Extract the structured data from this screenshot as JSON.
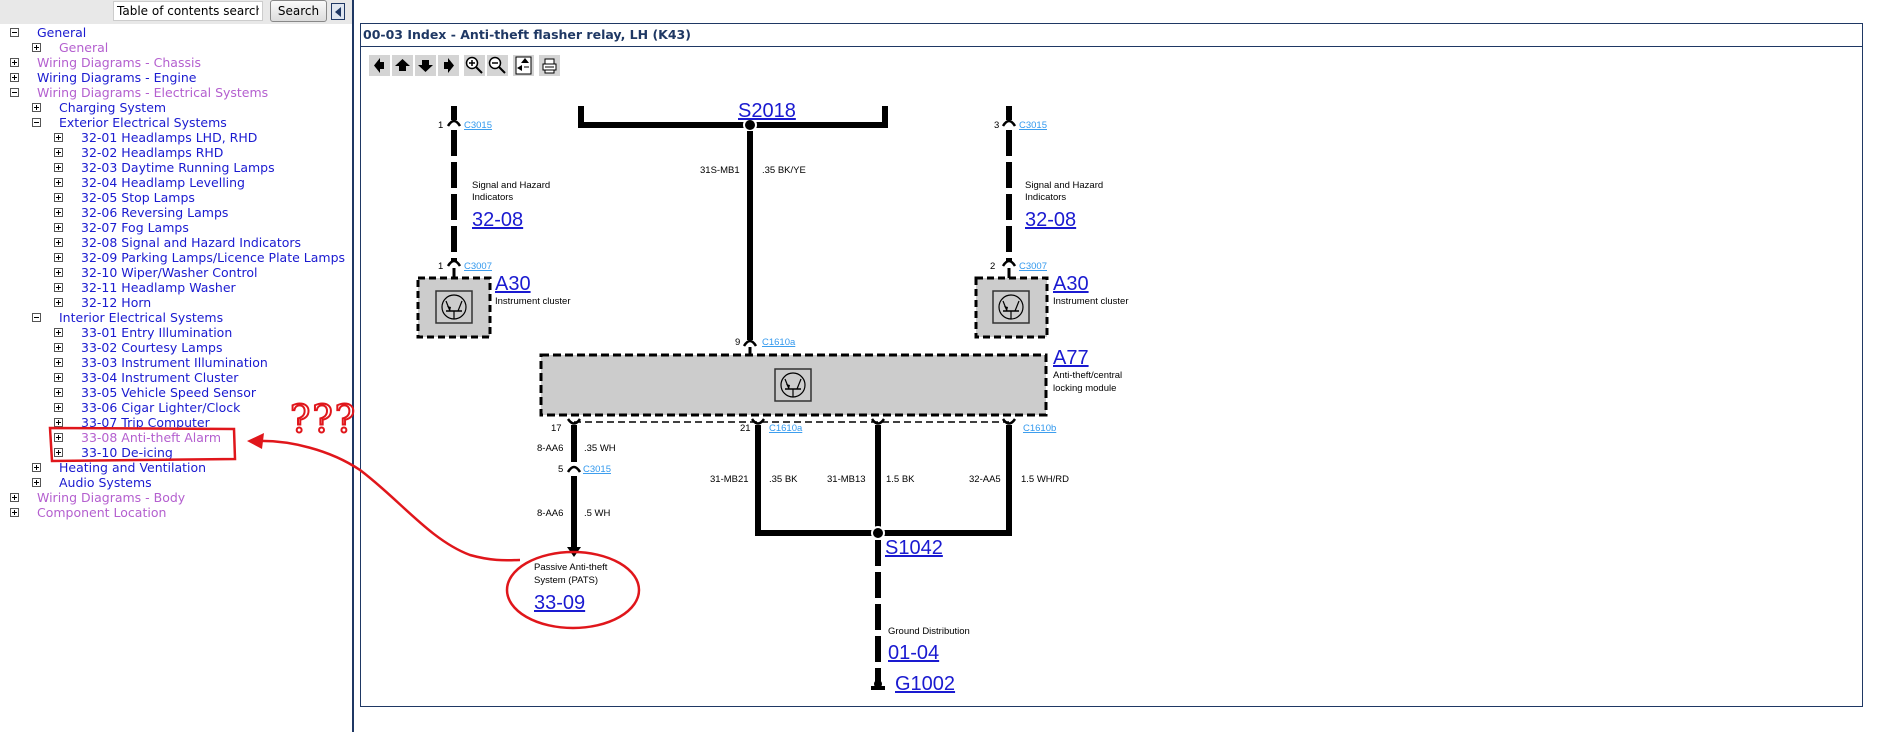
{
  "search": {
    "placeholder": "Table of contents search",
    "button_label": "Search"
  },
  "tree": [
    {
      "level": 0,
      "expanded": true,
      "label": "General",
      "visited": false
    },
    {
      "level": 1,
      "expanded": false,
      "label": "General",
      "visited": true
    },
    {
      "level": 0,
      "expanded": false,
      "label": "Wiring Diagrams - Chassis",
      "visited": true
    },
    {
      "level": 0,
      "expanded": false,
      "label": "Wiring Diagrams - Engine",
      "visited": false
    },
    {
      "level": 0,
      "expanded": true,
      "label": "Wiring Diagrams - Electrical Systems",
      "visited": true
    },
    {
      "level": 1,
      "expanded": false,
      "label": "Charging System",
      "visited": false
    },
    {
      "level": 1,
      "expanded": true,
      "label": "Exterior Electrical Systems",
      "visited": false
    },
    {
      "level": 2,
      "expanded": false,
      "label": "32-01 Headlamps LHD, RHD",
      "visited": false
    },
    {
      "level": 2,
      "expanded": false,
      "label": "32-02 Headlamps RHD",
      "visited": false
    },
    {
      "level": 2,
      "expanded": false,
      "label": "32-03 Daytime Running Lamps",
      "visited": false
    },
    {
      "level": 2,
      "expanded": false,
      "label": "32-04 Headlamp Levelling",
      "visited": false
    },
    {
      "level": 2,
      "expanded": false,
      "label": "32-05 Stop Lamps",
      "visited": false
    },
    {
      "level": 2,
      "expanded": false,
      "label": "32-06 Reversing Lamps",
      "visited": false
    },
    {
      "level": 2,
      "expanded": false,
      "label": "32-07 Fog Lamps",
      "visited": false
    },
    {
      "level": 2,
      "expanded": false,
      "label": "32-08 Signal and Hazard Indicators",
      "visited": false
    },
    {
      "level": 2,
      "expanded": false,
      "label": "32-09 Parking Lamps/Licence Plate Lamps",
      "visited": false
    },
    {
      "level": 2,
      "expanded": false,
      "label": "32-10 Wiper/Washer Control",
      "visited": false
    },
    {
      "level": 2,
      "expanded": false,
      "label": "32-11 Headlamp Washer",
      "visited": false
    },
    {
      "level": 2,
      "expanded": false,
      "label": "32-12 Horn",
      "visited": false
    },
    {
      "level": 1,
      "expanded": true,
      "label": "Interior Electrical Systems",
      "visited": false
    },
    {
      "level": 2,
      "expanded": false,
      "label": "33-01 Entry Illumination",
      "visited": false
    },
    {
      "level": 2,
      "expanded": false,
      "label": "33-02 Courtesy Lamps",
      "visited": false
    },
    {
      "level": 2,
      "expanded": false,
      "label": "33-03 Instrument Illumination",
      "visited": false
    },
    {
      "level": 2,
      "expanded": false,
      "label": "33-04 Instrument Cluster",
      "visited": false
    },
    {
      "level": 2,
      "expanded": false,
      "label": "33-05 Vehicle Speed Sensor",
      "visited": false
    },
    {
      "level": 2,
      "expanded": false,
      "label": "33-06 Cigar Lighter/Clock",
      "visited": false
    },
    {
      "level": 2,
      "expanded": false,
      "label": "33-07 Trip Computer",
      "visited": false
    },
    {
      "level": 2,
      "expanded": false,
      "label": "33-08 Anti-theft Alarm",
      "visited": true
    },
    {
      "level": 2,
      "expanded": false,
      "label": "33-10 De-icing",
      "visited": false
    },
    {
      "level": 1,
      "expanded": false,
      "label": "Heating and Ventilation",
      "visited": false
    },
    {
      "level": 1,
      "expanded": false,
      "label": "Audio Systems",
      "visited": false
    },
    {
      "level": 0,
      "expanded": false,
      "label": "Wiring Diagrams - Body",
      "visited": true
    },
    {
      "level": 0,
      "expanded": false,
      "label": "Component Location",
      "visited": true
    }
  ],
  "diagram": {
    "title": "00-03 Index - Anti-theft flasher relay, LH (K43)",
    "toolbar": [
      "arrow-left",
      "arrow-up",
      "arrow-down",
      "arrow-right",
      "zoom-in",
      "zoom-out",
      "fit-page",
      "print"
    ],
    "left_feed": {
      "pin_top": "1",
      "conn_top": "C3015",
      "desc_1": "Signal and Hazard",
      "desc_2": "Indicators",
      "link": "32-08",
      "pin_bottom": "1",
      "conn_bottom": "C3007",
      "comp": "A30",
      "comp_desc": "Instrument cluster"
    },
    "right_feed": {
      "pin_top": "3",
      "conn_top": "C3015",
      "desc_1": "Signal and Hazard",
      "desc_2": "Indicators",
      "link": "32-08",
      "pin_bottom": "2",
      "conn_bottom": "C3007",
      "comp": "A30",
      "comp_desc": "Instrument cluster"
    },
    "splice_top": "S2018",
    "center_wire": {
      "circuit": "31S-MB1",
      "size": ".35 BK/YE",
      "pin": "9",
      "conn": "C1610a"
    },
    "module": {
      "id": "A77",
      "desc_1": "Anti-theft/central",
      "desc_2": "locking module"
    },
    "pats_wire": {
      "pin": "17",
      "circuit_1": "8-AA6",
      "size_1": ".35 WH",
      "pin_2": "5",
      "conn_2": "C3015",
      "circuit_2": "8-AA6",
      "size_2": ".5 WH",
      "desc_1": "Passive Anti-theft",
      "desc_2": "System (PATS)",
      "link": "33-09"
    },
    "ground_wires": {
      "pin": "21",
      "conn_a": "C1610a",
      "conn_b": "C1610b",
      "w1_circuit": "31-MB21",
      "w1_size": ".35 BK",
      "w2_circuit": "31-MB13",
      "w2_size": "1.5 BK",
      "w3_circuit": "32-AA5",
      "w3_size": "1.5 WH/RD"
    },
    "splice_bottom": "S1042",
    "ground": {
      "desc": "Ground Distribution",
      "link": "01-04",
      "id": "G1002"
    }
  },
  "annotation": {
    "text": "???",
    "color": "#e0161b"
  },
  "colors": {
    "link": "#1a1ad0",
    "visited": "#b45fcf",
    "frame": "#1f3864",
    "component_fill": "#cccccc"
  }
}
